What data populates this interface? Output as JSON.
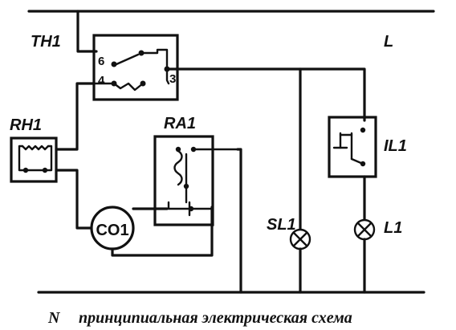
{
  "labels": {
    "thermostat": "TH1",
    "line": "L",
    "relay_heater": "RH1",
    "relay": "RA1",
    "indicator_switch": "IL1",
    "signal_lamp": "SL1",
    "lamp": "L1",
    "compressor": "CO1",
    "neutral": "N",
    "pin6": "6",
    "pin4": "4",
    "pin3": "3"
  },
  "caption": "принципиальная электрическая схема"
}
